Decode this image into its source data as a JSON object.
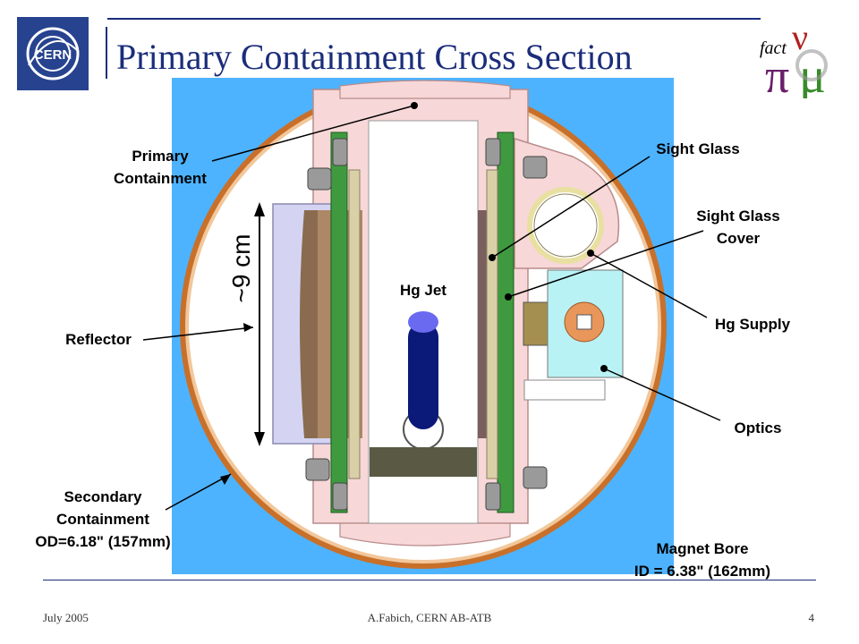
{
  "title": "Primary Containment Cross Section",
  "labels": {
    "primary_containment": [
      "Primary",
      "Containment"
    ],
    "sight_glass": "Sight Glass",
    "sight_glass_cover": [
      "Sight Glass",
      "Cover"
    ],
    "hg_jet": "Hg Jet",
    "hg_supply": "Hg Supply",
    "reflector": "Reflector",
    "optics": "Optics",
    "secondary_containment": [
      "Secondary",
      "Containment",
      "OD=6.18\" (157mm)"
    ],
    "magnet_bore": [
      "Magnet Bore",
      "ID = 6.38\" (162mm)"
    ],
    "dimension": "~9 cm"
  },
  "footer": {
    "left": "July 2005",
    "center": "A.Fabich, CERN AB-ATB",
    "page": "4"
  },
  "logos": {
    "left": "CERN",
    "right": "fact"
  },
  "colors": {
    "title": "#1b2d7a",
    "magnet_bore": "#4db3ff",
    "secondary_ring": "#c8702a",
    "primary_containment": "#f7d7d7",
    "sight_glass_frame": "#3f9a3f",
    "hg_jet": "#0b1a78",
    "optics_box": "#b9f2f4"
  }
}
